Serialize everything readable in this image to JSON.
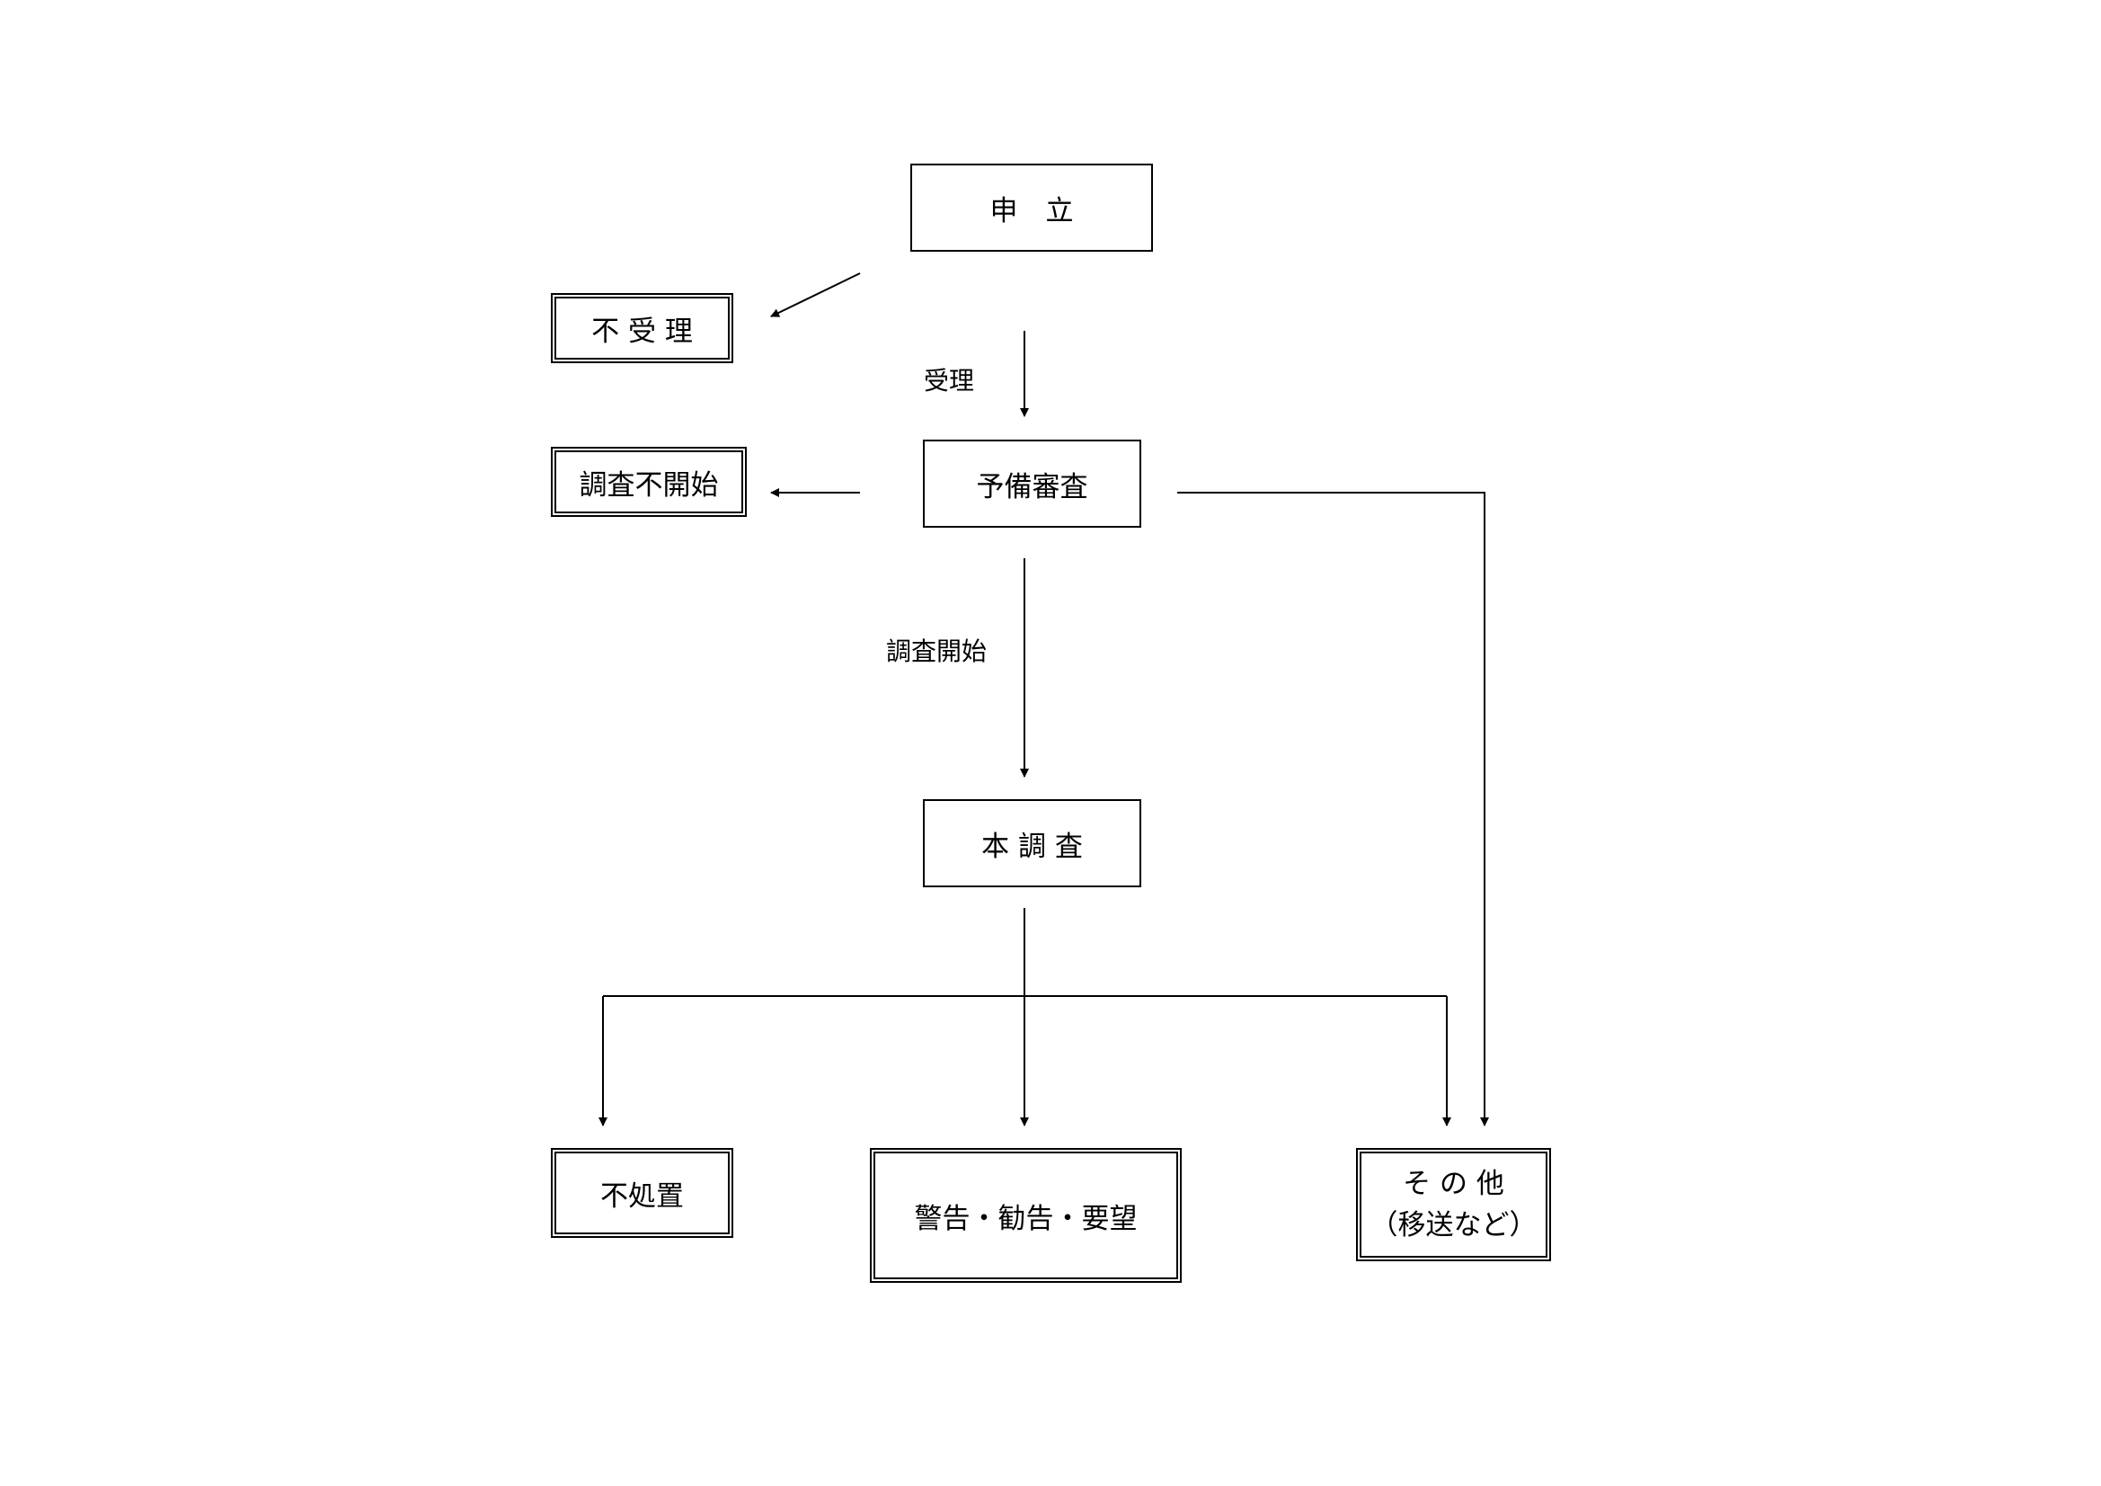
{
  "nodes": {
    "moushitate": "申　立",
    "fujuri": "不 受 理",
    "chousa_fukaishi": "調査不開始",
    "yobi_shinsa": "予備審査",
    "hon_chousa": "本 調 査",
    "fushochi": "不処置",
    "keikoku": "警告・勧告・要望",
    "sonota": "そ の 他",
    "sonota_sub": "（移送など）"
  },
  "edge_labels": {
    "juri": "受理",
    "chousa_kaishi": "調査開始"
  },
  "colors": {
    "line": "#000000",
    "background": "#ffffff"
  }
}
